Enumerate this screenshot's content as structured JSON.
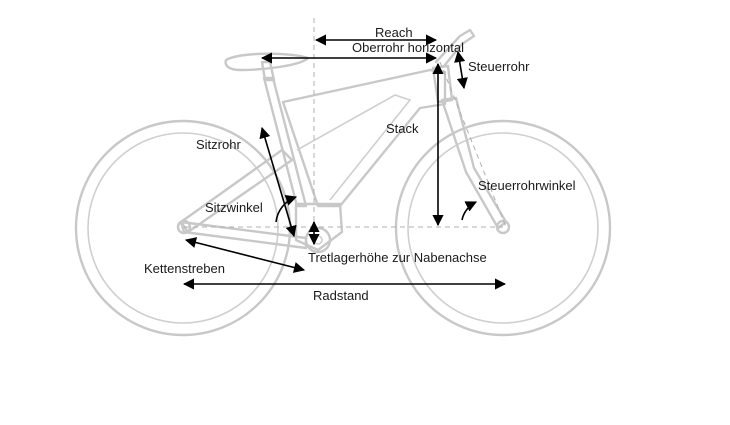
{
  "labels": {
    "reach": "Reach",
    "top_tube": "Oberrohr horizontal",
    "head_tube": "Steuerrohr",
    "stack": "Stack",
    "seat_tube": "Sitzrohr",
    "head_angle": "Steuerrohrwinkel",
    "seat_angle": "Sitzwinkel",
    "bb_drop": "Tretlagerhöhe zur Nabenachse",
    "chainstays": "Kettenstreben",
    "wheelbase": "Radstand"
  },
  "colors": {
    "frame": "#c8c8c8",
    "dimension": "#000000",
    "text": "#1a1a1a",
    "background": "#ffffff"
  }
}
